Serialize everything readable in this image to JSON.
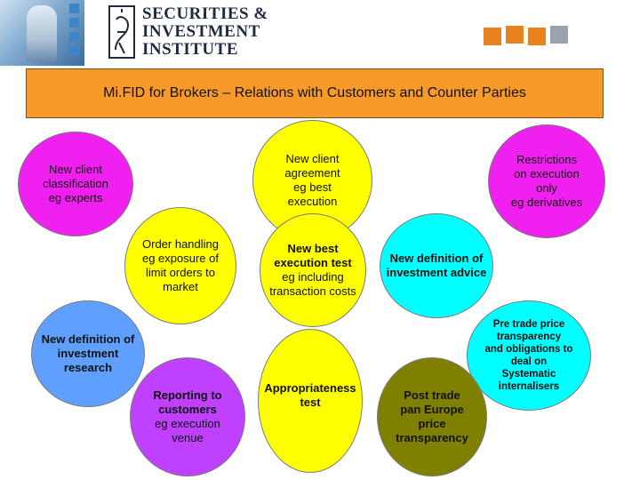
{
  "logo": {
    "line1": "SECURITIES &",
    "line2": "INVESTMENT",
    "line3": "INSTITUTE"
  },
  "colors": {
    "orange": "#f79a2a",
    "magenta": "#f020f0",
    "yellow": "#ffff00",
    "cyan": "#00ffff",
    "blue": "#5fa0ff",
    "purple": "#bf40ff",
    "olive": "#808000"
  },
  "title": "Mi.FID for Brokers – Relations with Customers and Counter Parties",
  "nodes": [
    {
      "id": "client-classification",
      "title": "New client\nclassification",
      "sub": "eg experts"
    },
    {
      "id": "client-agreement",
      "title": "New client\nagreement",
      "sub": "eg best\nexecution"
    },
    {
      "id": "restrictions",
      "title": "Restrictions\non execution\nonly",
      "sub": "eg derivatives"
    },
    {
      "id": "order-handling",
      "title": "Order handling",
      "sub": "eg exposure of\nlimit orders to\nmarket"
    },
    {
      "id": "best-execution",
      "title": "New best\nexecution test",
      "sub": "eg including\ntransaction costs"
    },
    {
      "id": "investment-advice",
      "title": "New definition of\ninvestment advice",
      "sub": ""
    },
    {
      "id": "investment-research",
      "title": "New definition of\ninvestment\nresearch",
      "sub": ""
    },
    {
      "id": "pre-trade",
      "title": "Pre trade price\ntransparency\nand obligations to\ndeal on\nSystematic\ninternalisers",
      "sub": ""
    },
    {
      "id": "reporting",
      "title": "Reporting to\ncustomers",
      "sub": "eg execution\nvenue"
    },
    {
      "id": "appropriateness",
      "title": "Appropriateness\ntest",
      "sub": ""
    },
    {
      "id": "post-trade",
      "title": "Post trade\npan Europe\nprice\ntransparency",
      "sub": ""
    }
  ]
}
